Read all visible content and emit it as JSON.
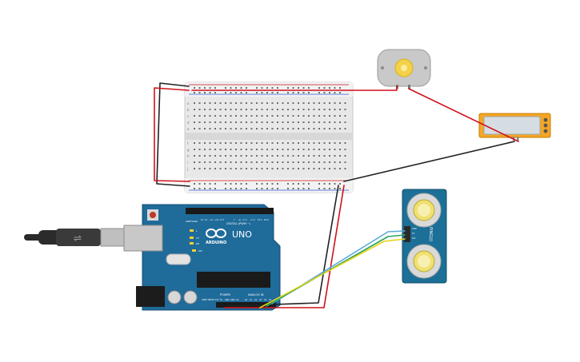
{
  "arduino": {
    "brand": "ARDUINO",
    "model": "UNO",
    "digital_header": "DIGITAL (PWM ~)",
    "power_header": "POWER",
    "analog_header": "ANALOG IN",
    "led_tx": "TX",
    "led_rx": "RX",
    "led_l": "L",
    "led_on": "ON",
    "aref": "AREF",
    "gnd": "GND",
    "digital_pins": [
      "13",
      "12",
      "~11",
      "~10",
      "~9",
      "8",
      "7",
      "~6",
      "~5",
      "4",
      "~3",
      "2",
      "TX 1",
      "RX 0"
    ],
    "power_pins": [
      "IOREF",
      "RESET",
      "3.3V",
      "5V",
      "GND",
      "GND",
      "Vin"
    ],
    "analog_pins": [
      "A0",
      "A1",
      "A2",
      "A3",
      "A4",
      "A5"
    ]
  },
  "sensor": {
    "model": "PING)))",
    "pins": [
      "GND",
      "5V",
      "SIG"
    ]
  },
  "breadboard": {
    "row_labels_top": [
      "a",
      "b",
      "c",
      "d",
      "e"
    ],
    "row_labels_bottom": [
      "f",
      "g",
      "h",
      "i",
      "j"
    ]
  },
  "colors": {
    "board": "#1f6b9a",
    "sensor": "#1c6f96",
    "lcd_frame": "#f5a623",
    "lcd_screen": "#d6dde2",
    "wire_red": "#d0111b",
    "wire_black": "#222222",
    "wire_blue": "#5aa9d8",
    "wire_green": "#2aa35a",
    "wire_yellow": "#e6d21a"
  },
  "icons": {
    "usb_cable": "usb-cable-icon",
    "motor": "dc-motor-icon",
    "lcd": "lcd-display-icon",
    "sensor": "ultrasonic-sensor-icon"
  }
}
